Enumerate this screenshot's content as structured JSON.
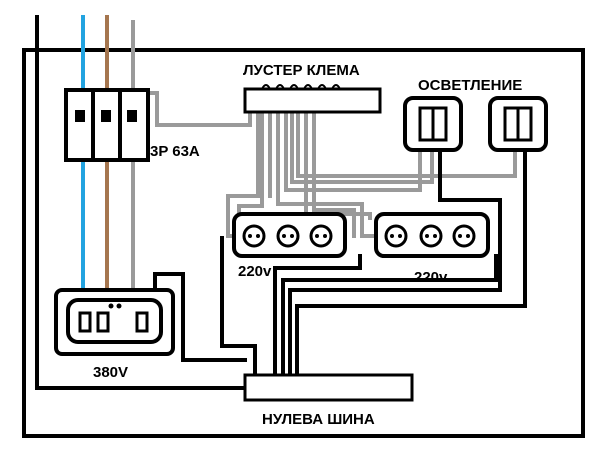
{
  "labels": {
    "breaker": "3P 63A",
    "terminal_block": "ЛУСТЕР КЛЕМА",
    "lighting": "ОСВЕТЛЕНИЕ",
    "socket_left": "220v",
    "socket_right": "220v",
    "socket_380": "380V",
    "neutral_bus": "НУЛЕВА ШИНА"
  },
  "colors": {
    "wire_black": "#000000",
    "wire_blue": "#22a3e0",
    "wire_brown": "#a5764f",
    "wire_gray": "#9a9a9a",
    "frame": "#000000",
    "background": "#ffffff"
  }
}
